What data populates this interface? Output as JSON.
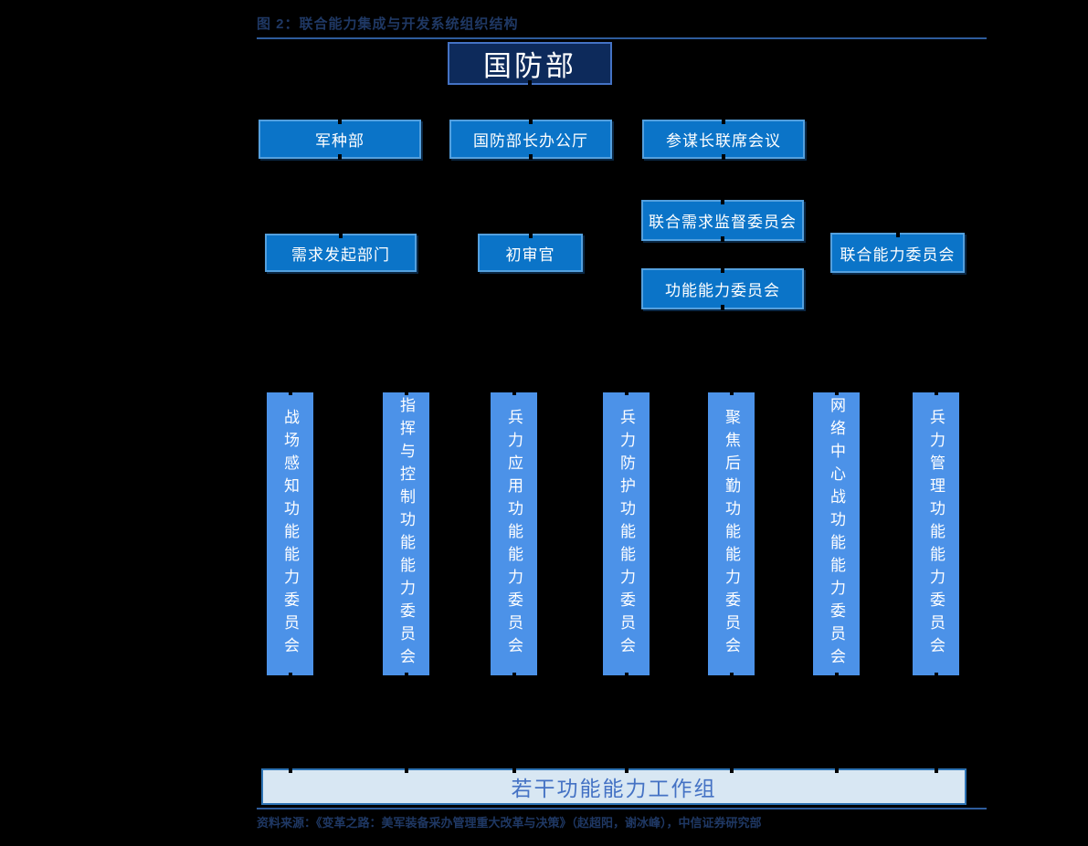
{
  "figure_title": "图 2：联合能力集成与开发系统组织结构",
  "source_note": "资料来源：《变革之路：美军装备采办管理重大改革与决策》（赵超阳，谢冰峰），中信证券研究部",
  "org": {
    "top": {
      "label": "国防部"
    },
    "level2": [
      {
        "label": "军种部"
      },
      {
        "label": "国防部长办公厅"
      },
      {
        "label": "参谋长联席会议"
      }
    ],
    "mid": {
      "jroc": {
        "label": "联合需求监督委员会"
      },
      "originator": {
        "label": "需求发起部门"
      },
      "gatekeeper": {
        "label": "初审官"
      },
      "jcb": {
        "label": "联合能力委员会"
      },
      "fcb_board": {
        "label": "功能能力委员会"
      }
    },
    "fcb_columns": [
      {
        "label": "战场感知功能能力委员会"
      },
      {
        "label": "指挥与控制功能能力委员会"
      },
      {
        "label": "兵力应用功能能力委员会"
      },
      {
        "label": "兵力防护功能能力委员会"
      },
      {
        "label": "聚焦后勤功能能力委员会"
      },
      {
        "label": "网络中心战功能能力委员会"
      },
      {
        "label": "兵力管理功能能力委员会"
      }
    ],
    "bottom": {
      "label": "若干功能能力工作组"
    }
  },
  "colors": {
    "background": "#000000",
    "heading_text": "#1F3864",
    "rule_line": "#2E5C9C",
    "defense_box_fill": "#0D2A5B",
    "defense_box_border": "#4472C4",
    "primary_box_fill": "#0B74C8",
    "primary_box_border": "#54A0DE",
    "fcb_box_fill": "#4C92E8",
    "workgroup_box_fill": "#D8E7F3",
    "workgroup_box_border": "#2E74B5",
    "workgroup_text": "#4472C4",
    "box_text": "#FFFFFF"
  }
}
